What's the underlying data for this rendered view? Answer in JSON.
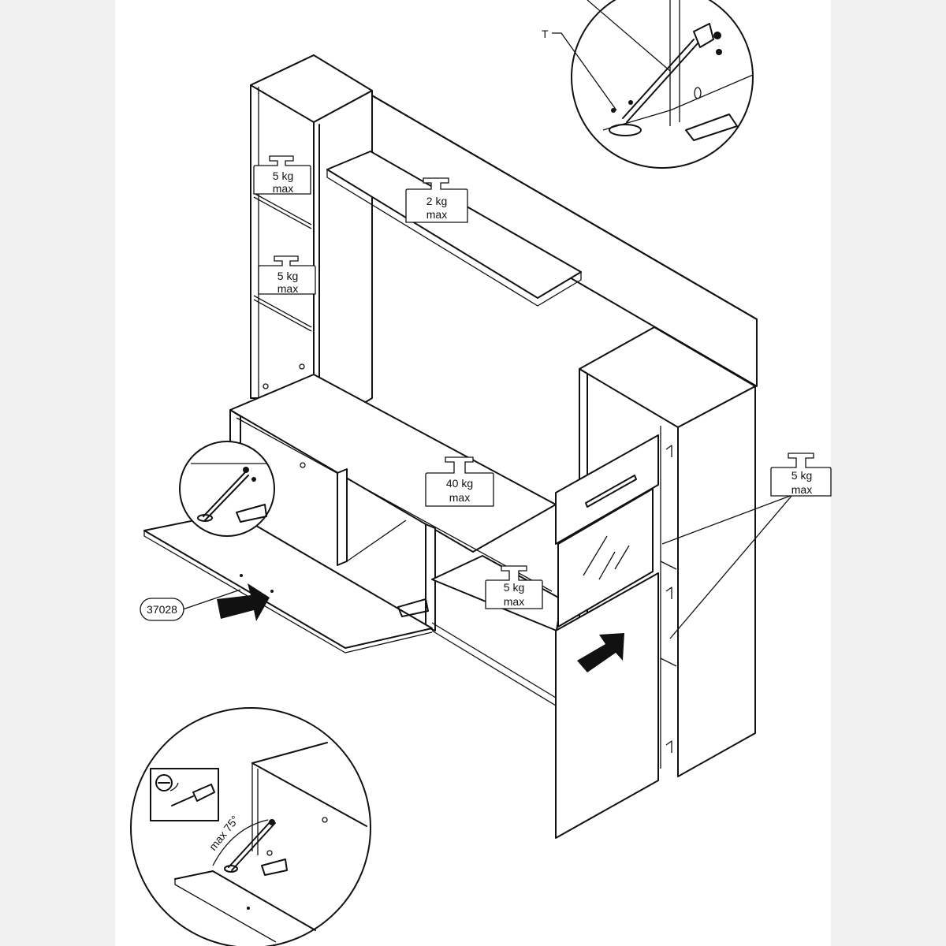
{
  "weights": {
    "shelf_top_left": {
      "value": "5 kg",
      "suffix": "max"
    },
    "shelf_mid_left": {
      "value": "5 kg",
      "suffix": "max"
    },
    "floating_shelf": {
      "value": "2 kg",
      "suffix": "max"
    },
    "tv_top": {
      "value": "40 kg",
      "suffix": "max"
    },
    "lower_shelf": {
      "value": "5 kg",
      "suffix": "max"
    },
    "right_tower": {
      "value": "5 kg",
      "suffix": "max"
    }
  },
  "labels": {
    "part_number": "37028",
    "callout_letter": "T",
    "angle_limit": "max 75°"
  },
  "icons": {
    "weight": "weight-icon",
    "screwdriver": "screwdriver-icon",
    "screw_head": "screw-head-icon",
    "arrow": "push-arrow-icon"
  },
  "colors": {
    "ink": "#111111",
    "paper": "#ffffff",
    "margin": "#f0f0f0"
  }
}
